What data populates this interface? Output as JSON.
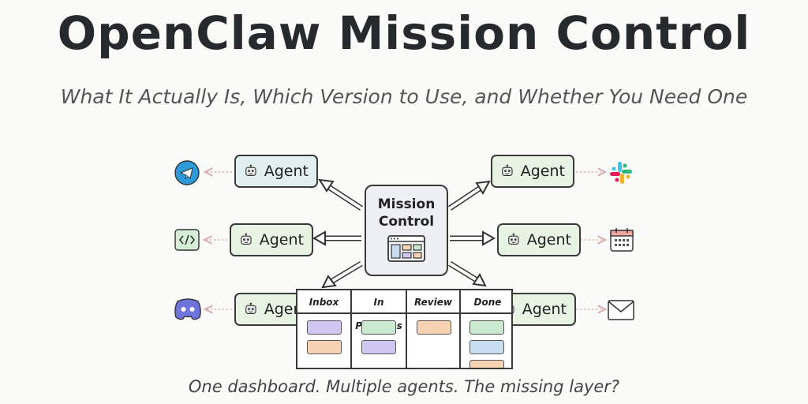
{
  "header": {
    "title": "OpenClaw Mission Control",
    "subtitle": "What It Actually Is, Which Version to Use, and Whether You Need One"
  },
  "hub": {
    "label": "Mission Control"
  },
  "agents": [
    {
      "label": "Agent",
      "integration_icon": "telegram-icon"
    },
    {
      "label": "Agent",
      "integration_icon": "code-icon"
    },
    {
      "label": "Agent",
      "integration_icon": "discord-icon"
    },
    {
      "label": "Agent",
      "integration_icon": "slack-icon"
    },
    {
      "label": "Agent",
      "integration_icon": "calendar-icon"
    },
    {
      "label": "Agent",
      "integration_icon": "mail-icon"
    }
  ],
  "board": {
    "columns": [
      {
        "label": "Inbox",
        "cards": [
          "#cfc7ef",
          "#f7d3b4"
        ]
      },
      {
        "label": "In Progress",
        "cards": [
          "#cbe9d0",
          "#cfc7ef"
        ]
      },
      {
        "label": "Review",
        "cards": [
          "#f7d3b4"
        ]
      },
      {
        "label": "Done",
        "cards": [
          "#cbe9d0",
          "#c9ddf1",
          "#f7d3b4"
        ]
      }
    ]
  },
  "footer": {
    "caption": "One dashboard. Multiple agents. The missing layer?"
  },
  "colors": {
    "agent_fill": "#e4f1ef",
    "hub_fill": "#eef0f5",
    "arrow": "#333333",
    "dotted_link": "#d8a9a9",
    "telegram": "#2f9ad8",
    "discord": "#6f74dc"
  }
}
